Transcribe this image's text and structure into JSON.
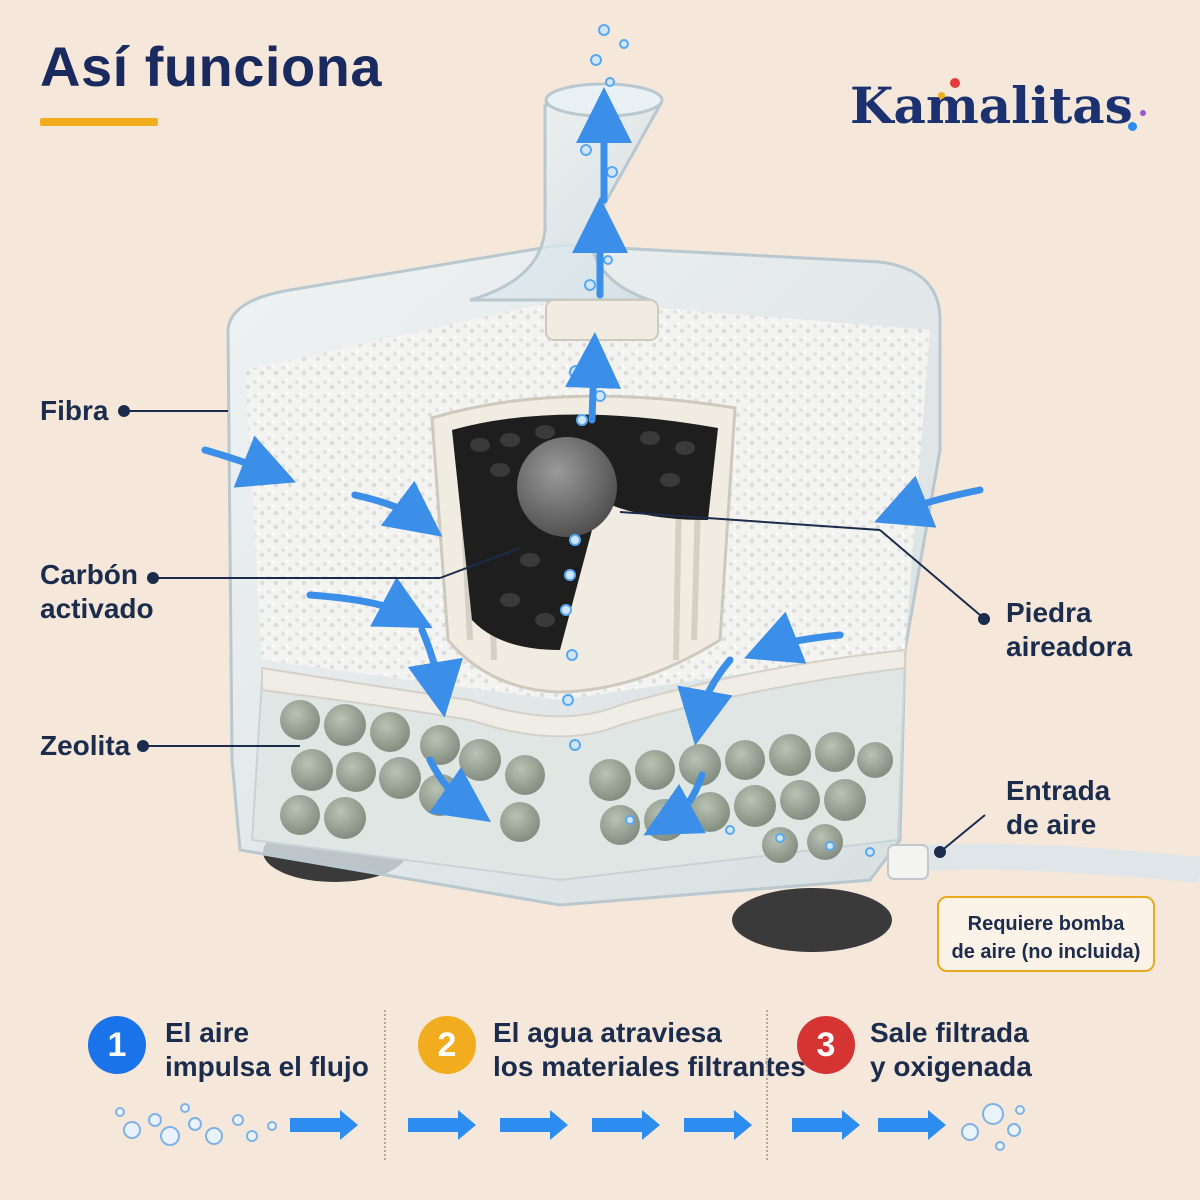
{
  "title": "Así funciona",
  "brand": {
    "name": "Kamalitas",
    "dot_colors": [
      "#e43b3b",
      "#f2ad1e",
      "#2d8cf0",
      "#9b59d0"
    ]
  },
  "labels": {
    "fiber": "Fibra",
    "carbon_line1": "Carbón",
    "carbon_line2": "activado",
    "zeolite": "Zeolita",
    "stone_line1": "Piedra",
    "stone_line2": "aireadora",
    "air_inlet_line1": "Entrada",
    "air_inlet_line2": "de aire"
  },
  "note": {
    "line1": "Requiere bomba",
    "line2": "de aire (no incluida)"
  },
  "steps": [
    {
      "number": "1",
      "line1": "El aire",
      "line2": "impulsa el flujo",
      "color": "#1a73e8"
    },
    {
      "number": "2",
      "line1": "El agua atraviesa",
      "line2": "los materiales filtrantes",
      "color": "#f2ad1e"
    },
    {
      "number": "3",
      "line1": "Sale filtrada",
      "line2": "y oxigenada",
      "color": "#d63333"
    }
  ],
  "colors": {
    "accent_blue": "#2d8cf0",
    "title_navy": "#1a2a5e",
    "underline_gold": "#f2ad1e",
    "background": "#f5e8da"
  },
  "icons": [
    "arrow-right-icon",
    "bubbles-icon"
  ]
}
